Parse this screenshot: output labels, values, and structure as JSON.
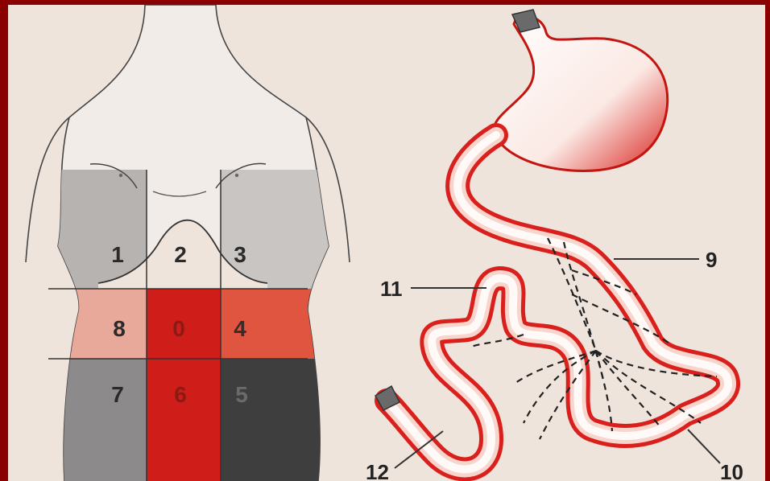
{
  "torso": {
    "regions": [
      {
        "id": "r1",
        "label": "1",
        "color": "#b7b3b1",
        "text_color": "#2a2a2a"
      },
      {
        "id": "r2",
        "label": "2",
        "color": "#efe4dc",
        "text_color": "#2a2a2a"
      },
      {
        "id": "r3",
        "label": "3",
        "color": "#c9c5c3",
        "text_color": "#2a2a2a"
      },
      {
        "id": "r4",
        "label": "4",
        "color": "#e0553f",
        "text_color": "#3a2a2a"
      },
      {
        "id": "r5",
        "label": "5",
        "color": "#3f3e3f",
        "text_color": "#6a6a6a"
      },
      {
        "id": "r6",
        "label": "6",
        "color": "#cf1d1a",
        "text_color": "#8a1a14"
      },
      {
        "id": "r7",
        "label": "7",
        "color": "#8c8a8a",
        "text_color": "#2a2a2a"
      },
      {
        "id": "r8",
        "label": "8",
        "color": "#e8a89a",
        "text_color": "#2a2a2a"
      },
      {
        "id": "r0",
        "label": "0",
        "color": "#cf1d1a",
        "text_color": "#8a1a14"
      }
    ]
  },
  "intestine": {
    "callouts": [
      {
        "id": "c9",
        "label": "9"
      },
      {
        "id": "c10",
        "label": "10"
      },
      {
        "id": "c11",
        "label": "11"
      },
      {
        "id": "c12",
        "label": "12"
      }
    ]
  },
  "colors": {
    "background": "#efe4dc",
    "frame": "#8b0000",
    "gut_red": "#d9201c",
    "gut_inner": "#fff8f4",
    "outline": "#3a3a3a"
  }
}
